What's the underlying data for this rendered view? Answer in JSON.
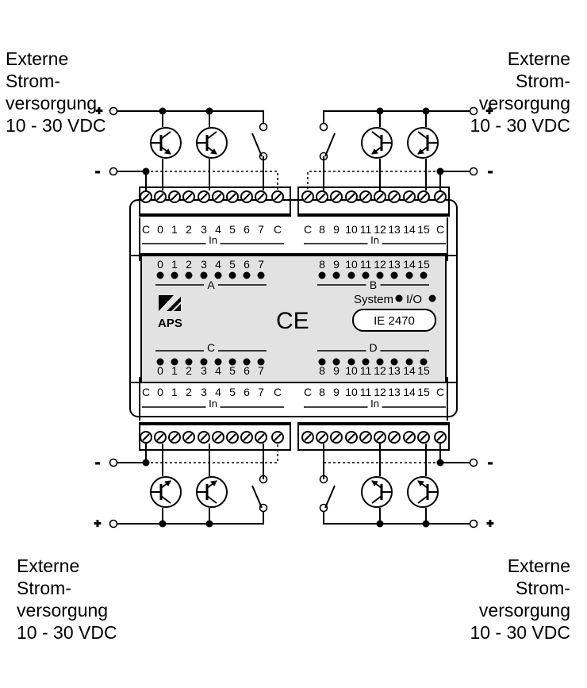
{
  "supply_label": {
    "line1": "Externe",
    "line2": "Strom-",
    "line3": "versorgung",
    "line4": "10 - 30 VDC"
  },
  "plus": "+",
  "minus": "-",
  "terminal_label_in": "In",
  "group_a": {
    "letter": "A",
    "channels": [
      "0",
      "1",
      "2",
      "3",
      "4",
      "5",
      "6",
      "7"
    ]
  },
  "group_b": {
    "letter": "B",
    "channels": [
      "8",
      "9",
      "10",
      "11",
      "12",
      "13",
      "14",
      "15"
    ]
  },
  "group_c": {
    "letter": "C",
    "channels": [
      "0",
      "1",
      "2",
      "3",
      "4",
      "5",
      "6",
      "7"
    ]
  },
  "group_d": {
    "letter": "D",
    "channels": [
      "8",
      "9",
      "10",
      "11",
      "12",
      "13",
      "14",
      "15"
    ]
  },
  "terminals_left": [
    "C",
    "0",
    "1",
    "2",
    "3",
    "4",
    "5",
    "6",
    "7",
    "C"
  ],
  "terminals_right": [
    "C",
    "8",
    "9",
    "10",
    "11",
    "12",
    "13",
    "14",
    "15",
    "C"
  ],
  "status": {
    "system": "System",
    "io": "I/O"
  },
  "logo": {
    "name": "APS"
  },
  "ce_mark": "CE",
  "model": "IE 2470"
}
